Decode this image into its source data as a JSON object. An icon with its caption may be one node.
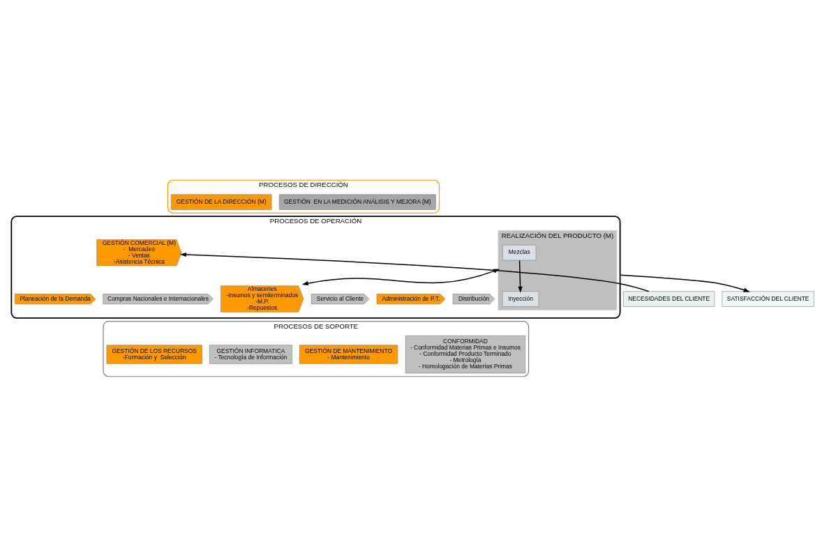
{
  "diagram": {
    "nodes": [
      {
        "text": [
          "PROCESOS DE DIRECCIÓN"
        ]
      },
      {
        "text": [
          "GESTIÓN DE LA DIRECCIÓN (M)"
        ],
        "in": 0
      },
      {
        "text": [
          "GESTIÓN  EN LA MEDICIÓN ANÁLISIS Y MEJORA (M)"
        ],
        "in": 0
      },
      {
        "text": [
          "NECESIDADES DEL CLIENTE"
        ]
      },
      {
        "text": [
          "PROCESOS DE OPERACIÓN"
        ]
      },
      {
        "text": [
          "GESTIÓN COMERCIAL (M)",
          "-  Mercadeo",
          "- Ventas",
          "-Asistencia Técnica"
        ],
        "in": 4
      },
      {
        "text": [
          "REALIZACIÓN DEL PRODUCTO (M)"
        ],
        "in": 4
      },
      {
        "text": [
          "Mezclas"
        ],
        "in": 6
      },
      {
        "text": [
          "Inyección"
        ],
        "in": 6
      },
      {
        "text": [
          "Planeación de la Demanda"
        ],
        "in": 4
      },
      {
        "text": [
          "Compras Nacionales e Internacionales"
        ],
        "in": 4
      },
      {
        "text": [
          "Almacenes",
          "-Insumos y semiterminados",
          "-M.P.",
          "-Repuestos"
        ],
        "in": 4
      },
      {
        "text": [
          "Servicio al Cliente"
        ],
        "in": 4
      },
      {
        "text": [
          "Administración de P.T."
        ],
        "in": 4
      },
      {
        "text": [
          "Distribución"
        ],
        "in": 4
      },
      {
        "text": [
          "SATISFACCIÓN DEL CLIENTE"
        ]
      },
      {
        "text": [
          "PROCESOS DE SOPORTE"
        ]
      },
      {
        "text": [
          "GESTIÓN DE LOS RECURSOS",
          "-Formación y  Selección"
        ],
        "in": 16
      },
      {
        "text": [
          "GESTIÓN INFORMATICA",
          "- Tecnología de Información"
        ],
        "in": 16
      },
      {
        "text": [
          "GESTIÓN DE MANTENIMIENTO",
          "- Mantenimiento"
        ],
        "in": 16
      },
      {
        "text": [
          "CONFORMIDAD",
          "- Conformidad Materias Primas e Insumos",
          "- Conformidad Producto Terminado",
          "- Metrología",
          "- Homologación de Materias Primas"
        ],
        "in": 16
      }
    ],
    "edges": [
      {
        "from": 3,
        "to": 5,
        "arrow": "to"
      },
      {
        "from": 7,
        "to": 8,
        "arrow": "to"
      },
      {
        "from": 6,
        "to": 11,
        "arrow": "both"
      },
      {
        "from": 4,
        "to": 15,
        "arrow": "to"
      }
    ]
  }
}
